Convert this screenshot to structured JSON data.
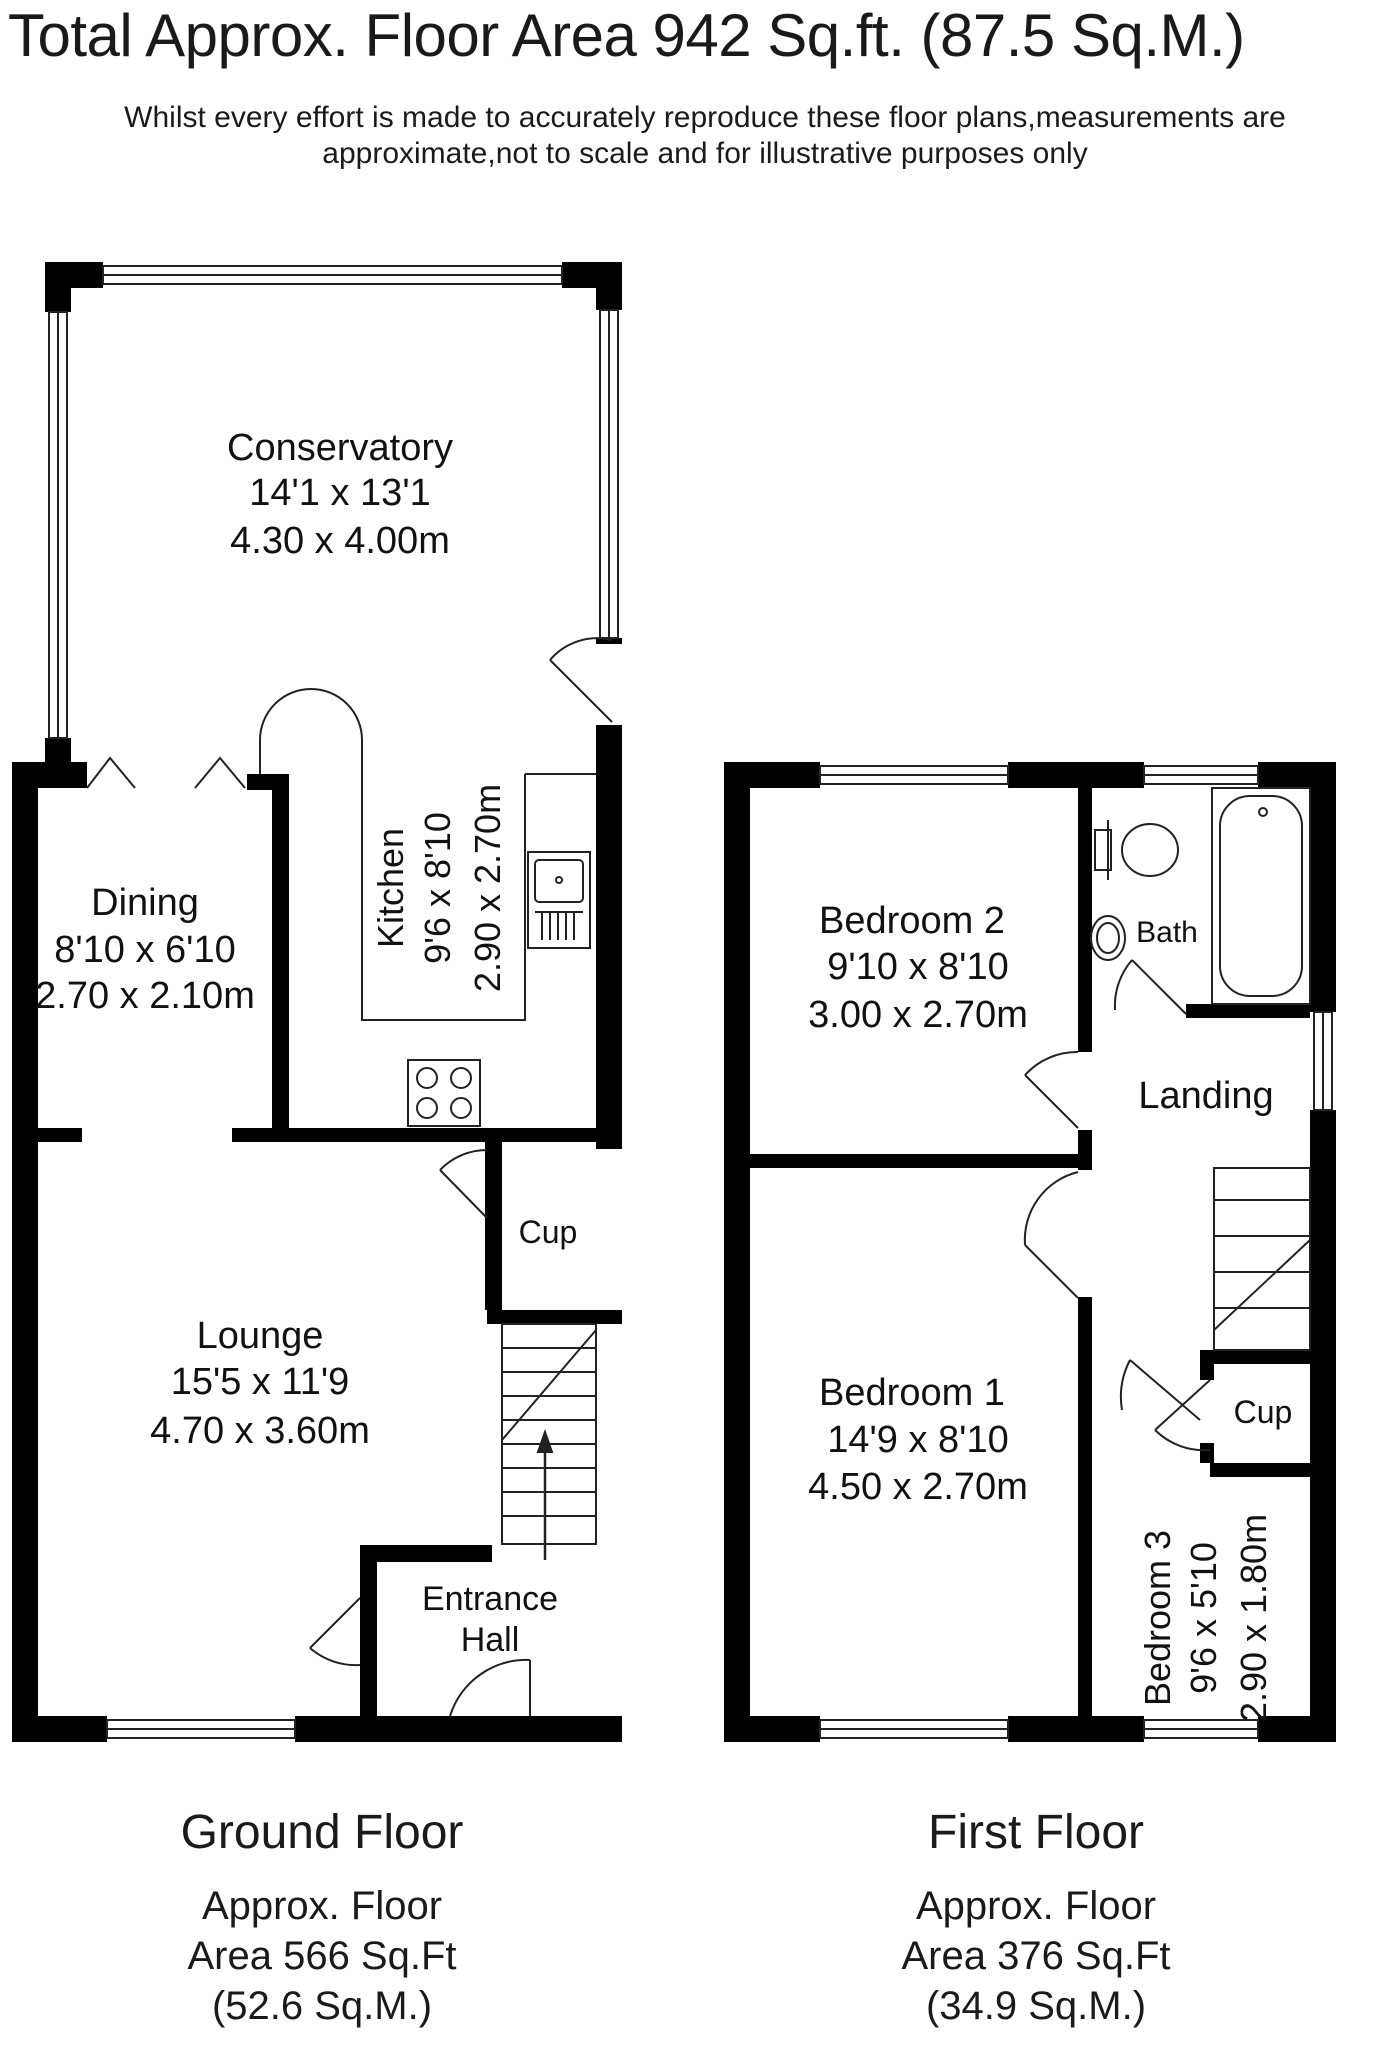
{
  "header": {
    "title": "Total Approx. Floor Area 942 Sq.ft. (87.5 Sq.M.)",
    "disclaimer_line1": "Whilst every effort is made to accurately reproduce these floor plans,measurements are",
    "disclaimer_line2": "approximate,not to scale and for illustrative purposes only"
  },
  "ground_floor": {
    "name": "Ground Floor",
    "area_line1": "Approx. Floor",
    "area_line2": "Area 566 Sq.Ft",
    "area_line3": "(52.6 Sq.M.)",
    "rooms": {
      "conservatory": {
        "name": "Conservatory",
        "imperial": "14'1 x 13'1",
        "metric": "4.30 x 4.00m"
      },
      "dining": {
        "name": "Dining",
        "imperial": "8'10 x 6'10",
        "metric": "2.70 x 2.10m"
      },
      "kitchen": {
        "name": "Kitchen",
        "imperial": "9'6 x 8'10",
        "metric": "2.90 x 2.70m"
      },
      "lounge": {
        "name": "Lounge",
        "imperial": "15'5 x 11'9",
        "metric": "4.70 x 3.60m"
      },
      "cup": {
        "name": "Cup"
      },
      "entrance_hall": {
        "line1": "Entrance",
        "line2": "Hall"
      }
    }
  },
  "first_floor": {
    "name": "First Floor",
    "area_line1": "Approx. Floor",
    "area_line2": "Area 376 Sq.Ft",
    "area_line3": "(34.9 Sq.M.)",
    "rooms": {
      "bedroom2": {
        "name": "Bedroom 2",
        "imperial": "9'10 x 8'10",
        "metric": "3.00 x 2.70m"
      },
      "bath": {
        "name": "Bath"
      },
      "landing": {
        "name": "Landing"
      },
      "bedroom1": {
        "name": "Bedroom 1",
        "imperial": "14'9 x 8'10",
        "metric": "4.50 x 2.70m"
      },
      "cup": {
        "name": "Cup"
      },
      "bedroom3": {
        "name": "Bedroom 3",
        "imperial": "9'6 x 5'10",
        "metric": "2.90 x 1.80m"
      }
    }
  }
}
